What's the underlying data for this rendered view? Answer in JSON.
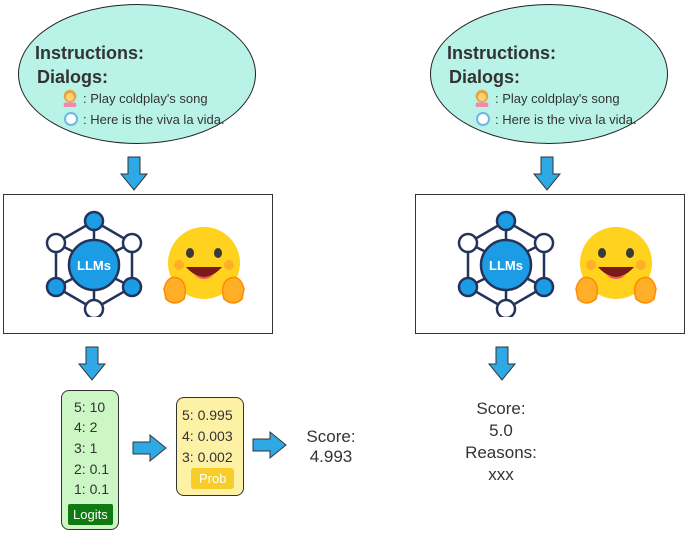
{
  "left": {
    "instructions_label": "Instructions:",
    "dialogs_label": "Dialogs:",
    "user_line": ": Play coldplay's song",
    "assistant_line": ": Here is the viva la vida.",
    "llm_label": "LLMs",
    "logits": [
      "5: 10",
      "4: 2",
      "3: 1",
      "2: 0.1",
      "1: 0.1"
    ],
    "logits_badge": "Logits",
    "probs": [
      "5: 0.995",
      "4: 0.003",
      "3: 0.002"
    ],
    "prob_badge": "Prob",
    "score_label": "Score:",
    "score_value": "4.993"
  },
  "right": {
    "instructions_label": "Instructions:",
    "dialogs_label": "Dialogs:",
    "user_line": ": Play coldplay's song",
    "assistant_line": ": Here is the viva la vida.",
    "llm_label": "LLMs",
    "score_label": "Score:",
    "score_value": "5.0",
    "reasons_label": "Reasons:",
    "reasons_value": "xxx"
  },
  "colors": {
    "bubble": "#b9f2e6",
    "arrow": "#2fa8e6",
    "llm_node": "#1b9ce5",
    "logits_bg": "#ccf7c5",
    "logits_badge": "#0f7a12",
    "prob_bg": "#fcf1a4",
    "prob_badge": "#f8cd2a"
  }
}
